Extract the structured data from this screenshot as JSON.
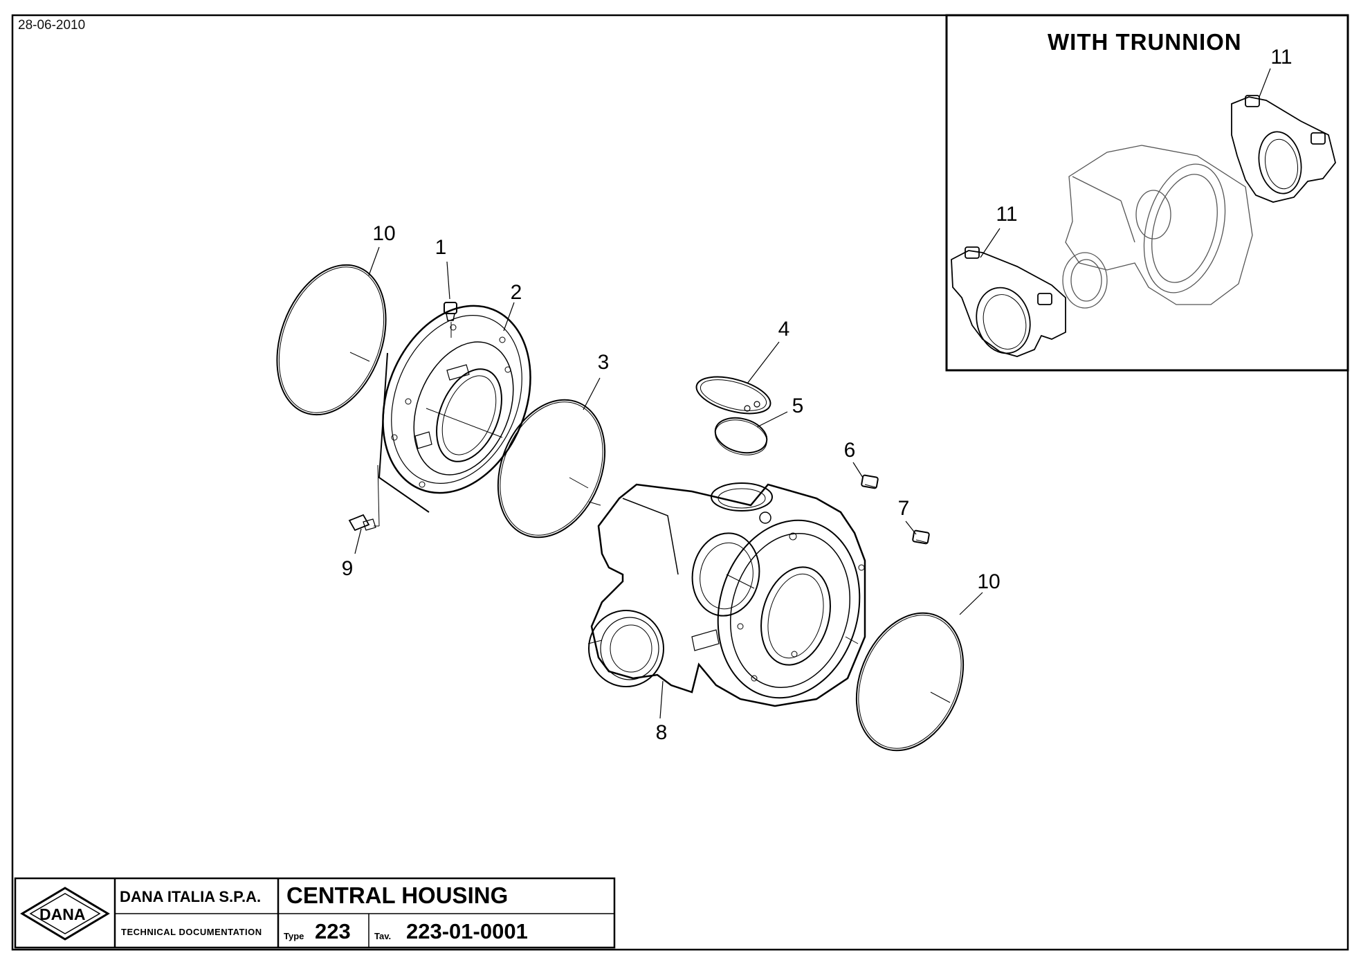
{
  "document": {
    "date": "28-06-2010",
    "inset_title": "WITH  TRUNNION"
  },
  "callouts": {
    "c1": "1",
    "c2": "2",
    "c3": "3",
    "c4": "4",
    "c5": "5",
    "c6": "6",
    "c7": "7",
    "c8": "8",
    "c9": "9",
    "c10a": "10",
    "c10b": "10",
    "c11a": "11",
    "c11b": "11"
  },
  "title_block": {
    "logo": "DANA",
    "company": "DANA ITALIA S.P.A.",
    "department": "TECHNICAL  DOCUMENTATION",
    "title": "CENTRAL HOUSING",
    "type_label": "Type",
    "type_value": "223",
    "tav_label": "Tav.",
    "tav_value": "223-01-0001"
  }
}
